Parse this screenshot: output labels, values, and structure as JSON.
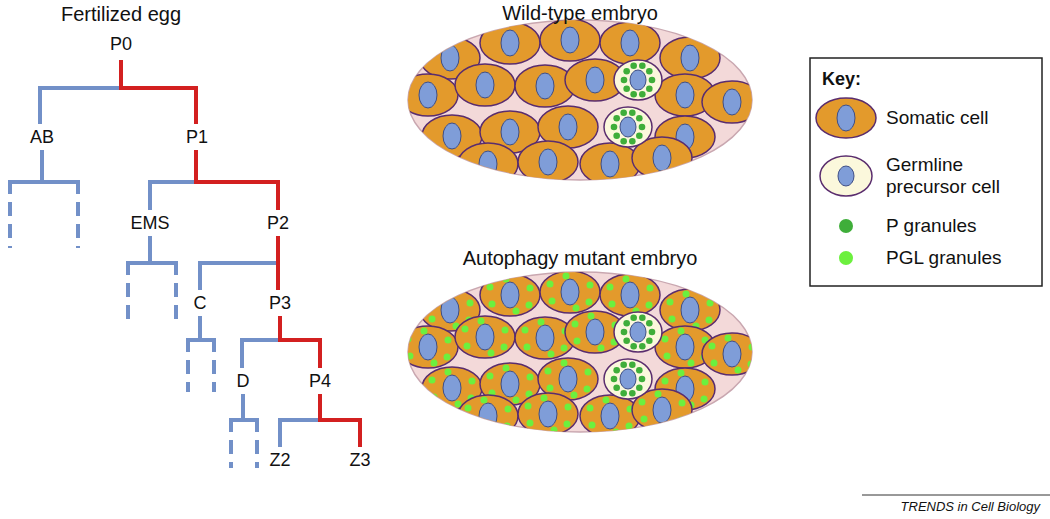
{
  "diagram": {
    "labels": [
      "Fertilized egg",
      "P0",
      "AB",
      "P1",
      "EMS",
      "P2",
      "C",
      "P3",
      "D",
      "P4",
      "Z2",
      "Z3",
      "Wild-type embryo",
      "Autophagy mutant embryo",
      "Key:",
      "TRENDS in Cell Biology"
    ],
    "legend": [
      {
        "text": "Somatic cell"
      },
      {
        "text": "Germline precursor cell"
      },
      {
        "text": "P granules",
        "color": "#3fae3a"
      },
      {
        "text": "PGL granules",
        "color": "#6cf03e"
      }
    ]
  }
}
